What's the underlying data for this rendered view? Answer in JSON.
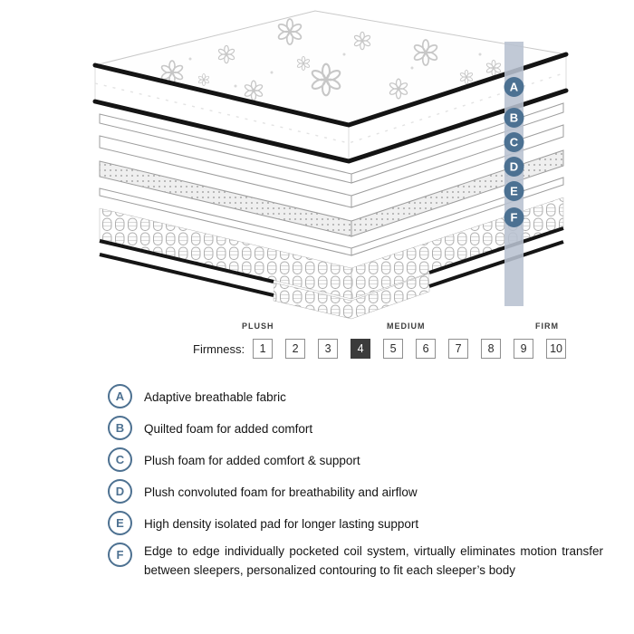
{
  "diagram": {
    "badges": [
      "A",
      "B",
      "C",
      "D",
      "E",
      "F"
    ]
  },
  "firmness": {
    "label": "Firmness:",
    "plush": "PLUSH",
    "medium": "MEDIUM",
    "firm": "FIRM",
    "levels": [
      "1",
      "2",
      "3",
      "4",
      "5",
      "6",
      "7",
      "8",
      "9",
      "10"
    ],
    "selected_level": "4"
  },
  "legend": [
    {
      "letter": "A",
      "description": "Adaptive breathable fabric"
    },
    {
      "letter": "B",
      "description": "Quilted foam for added comfort"
    },
    {
      "letter": "C",
      "description": "Plush foam for added comfort & support"
    },
    {
      "letter": "D",
      "description": "Plush convoluted foam for breathability and airflow"
    },
    {
      "letter": "E",
      "description": "High density isolated pad for longer lasting support"
    },
    {
      "letter": "F",
      "description": "Edge to edge individually pocketed coil system, virtually eliminates motion transfer between sleepers, personalized contouring to fit each sleeper’s body"
    }
  ],
  "colors": {
    "accent_blue": "#4d7191",
    "indicator_bar": "#b8c2d0",
    "selected_box": "#3b3b3b"
  }
}
